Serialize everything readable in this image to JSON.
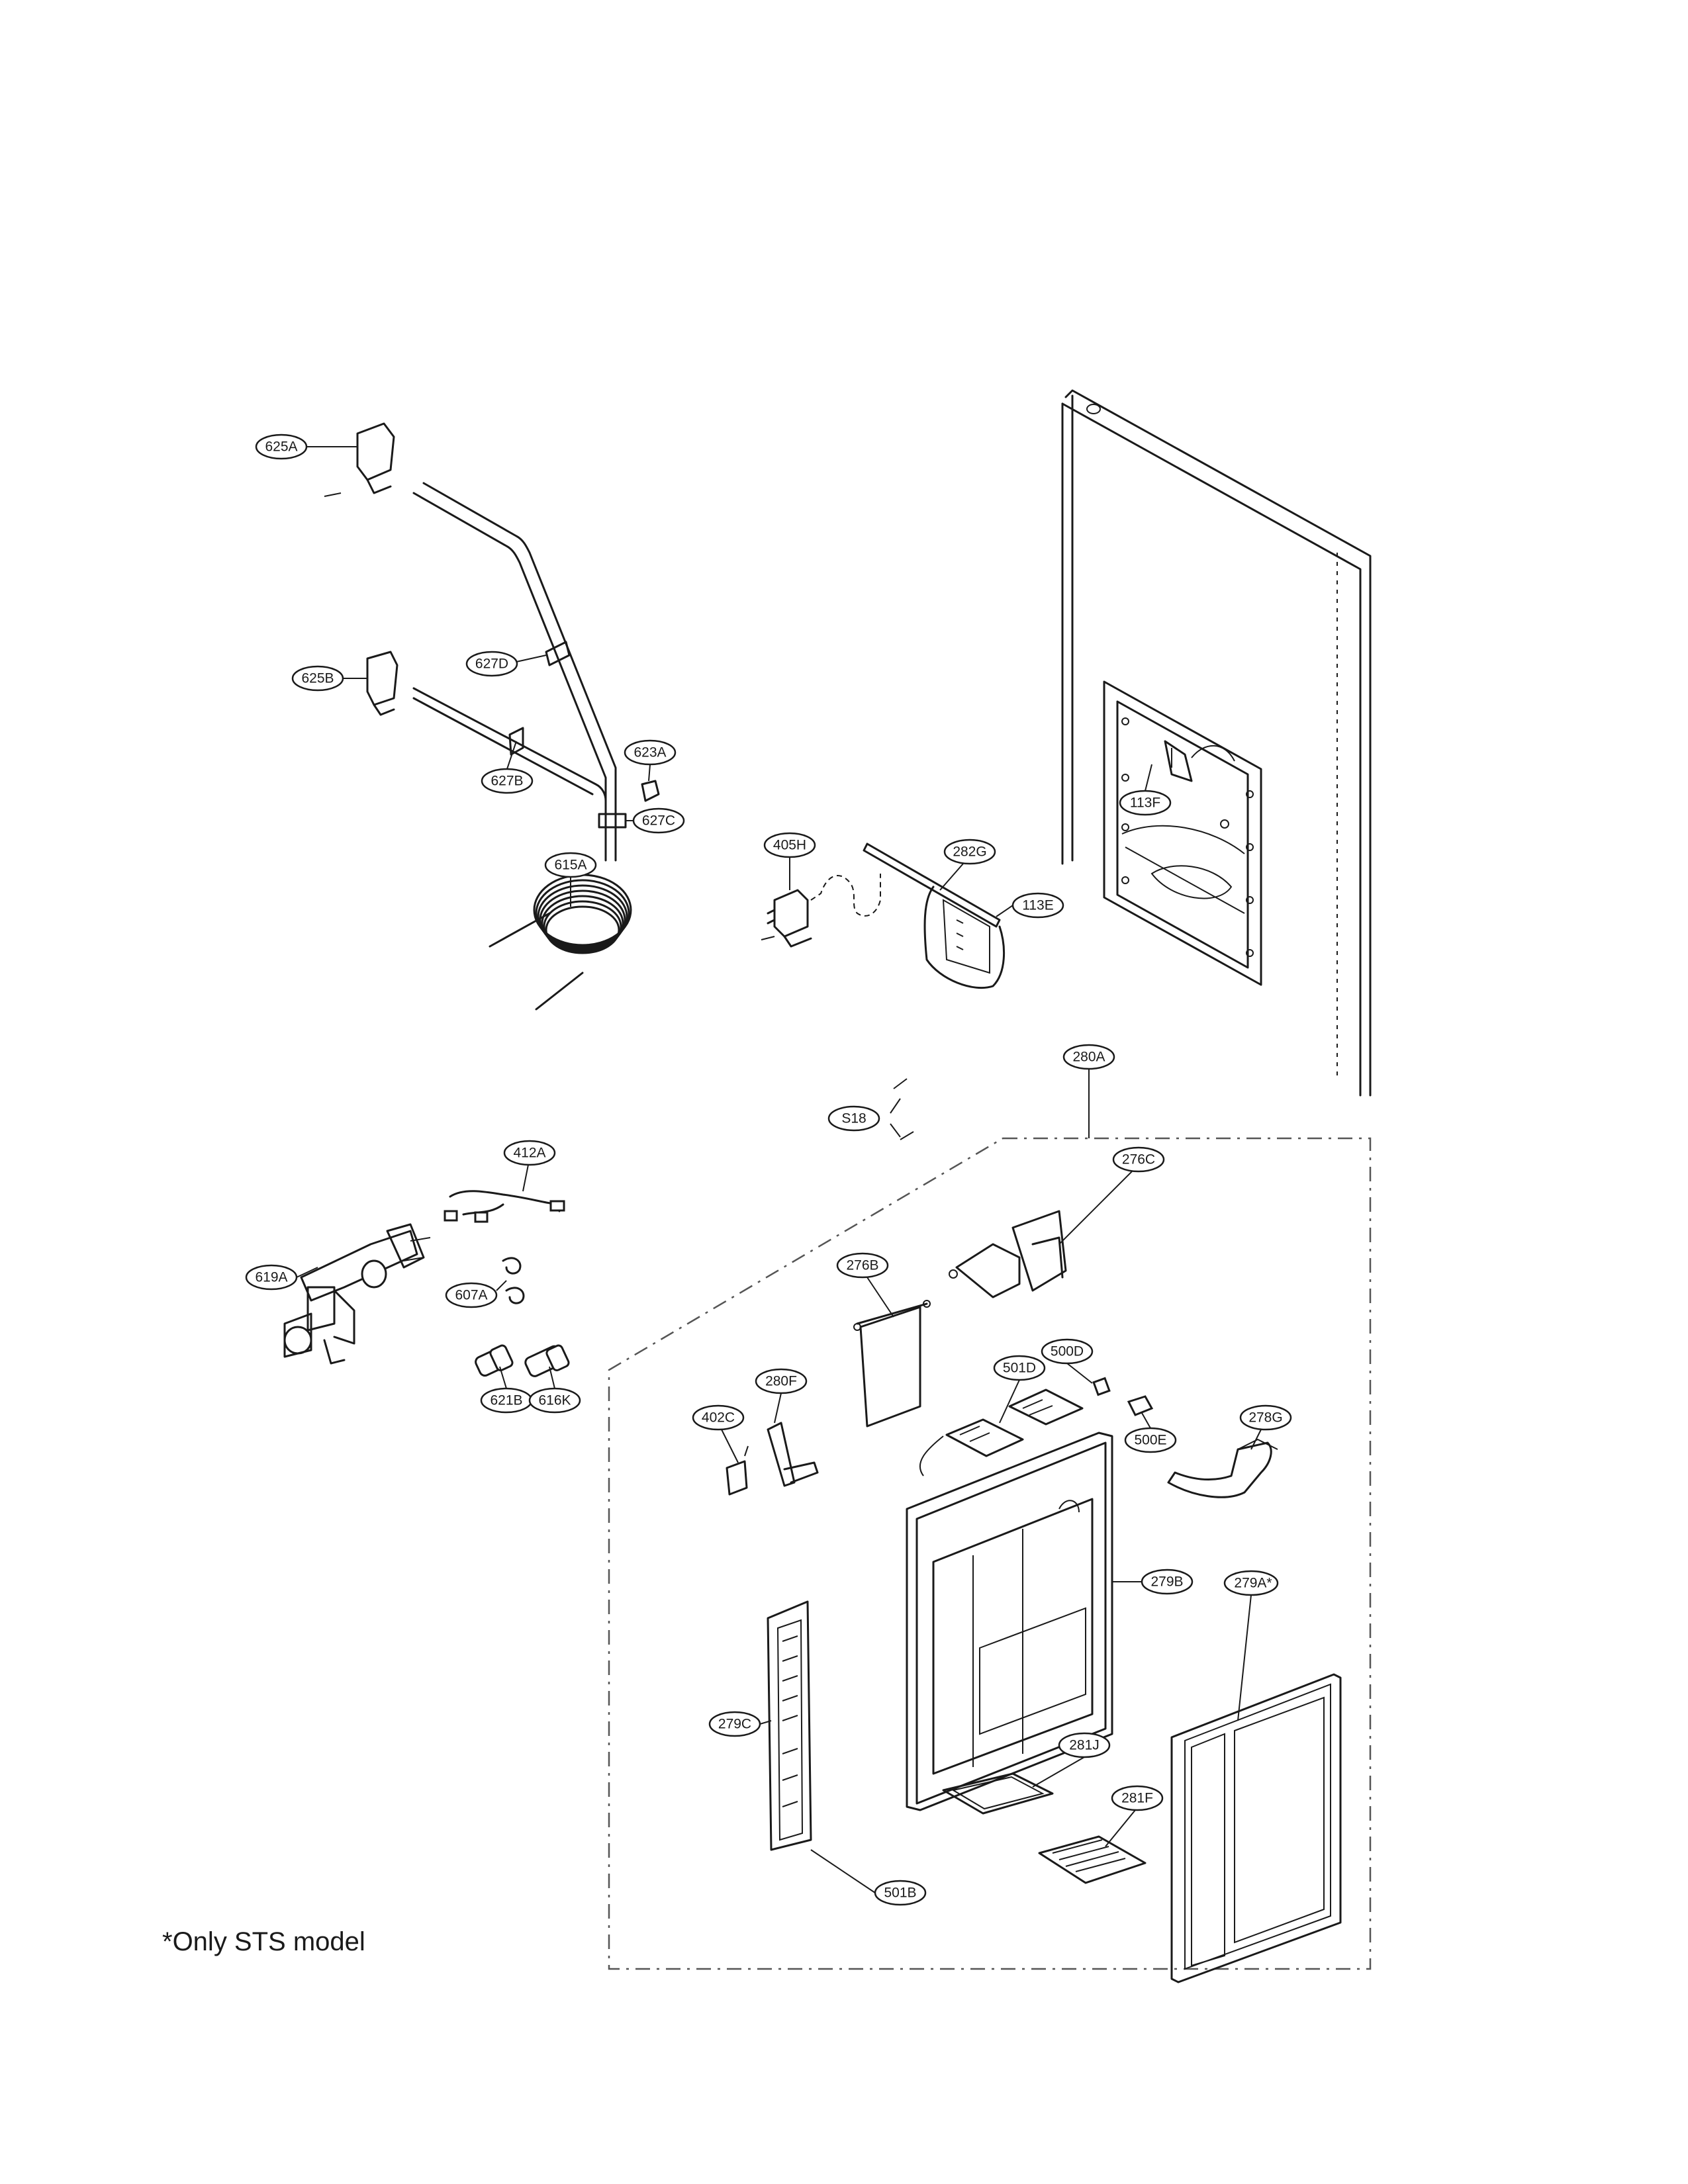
{
  "footnote": "*Only STS model",
  "callouts": {
    "c625A": "625A",
    "c625B": "625B",
    "c627D": "627D",
    "c627B": "627B",
    "c623A": "623A",
    "c627C": "627C",
    "c615A": "615A",
    "c405H": "405H",
    "c282G": "282G",
    "c113E": "113E",
    "c113F": "113F",
    "c280A": "280A",
    "cS18": "S18",
    "c412A": "412A",
    "c619A": "619A",
    "c607A": "607A",
    "c621B": "621B",
    "c616K": "616K",
    "c276C": "276C",
    "c276B": "276B",
    "c280F": "280F",
    "c501D": "501D",
    "c500D": "500D",
    "c402C": "402C",
    "c500E": "500E",
    "c278G": "278G",
    "c279B": "279B",
    "c279A": "279A*",
    "c279C": "279C",
    "c281J": "281J",
    "c281F": "281F",
    "c501B": "501B"
  }
}
